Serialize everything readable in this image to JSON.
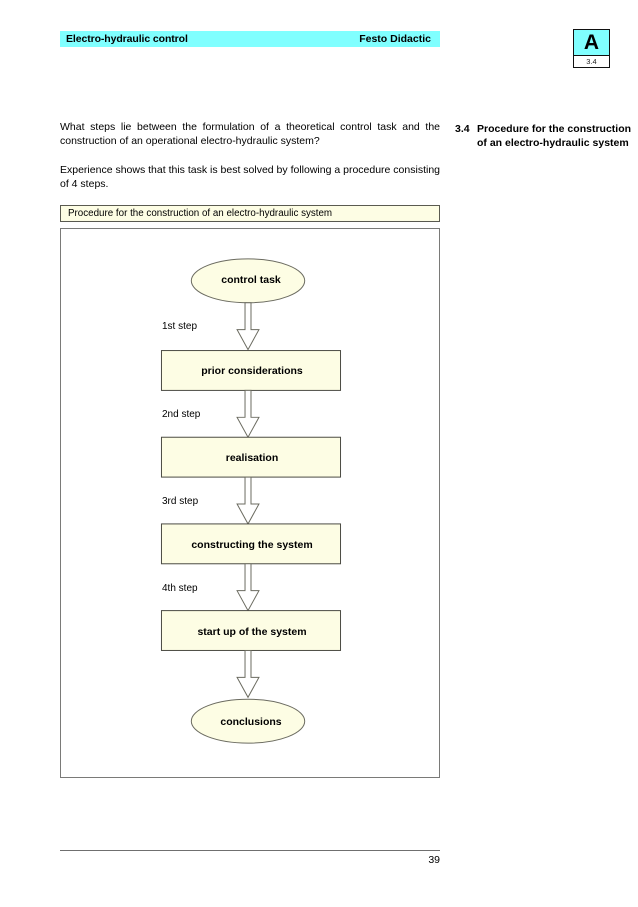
{
  "header": {
    "title": "Electro-hydraulic control",
    "brand": "Festo Didactic",
    "badge_letter": "A",
    "badge_number": "3.4",
    "bar_color": "#80ffff"
  },
  "body": {
    "paragraph1": "What steps lie between the formulation of a theoretical control task and the construction of an operational electro-hydraulic system?",
    "paragraph2": "Experience shows that this task is best solved by following a procedure consisting of 4 steps."
  },
  "margin_note": {
    "number": "3.4",
    "text": "Procedure  for the construction of an electro-hydraulic system"
  },
  "figure": {
    "caption": "Procedure for the construction of an electro-hydraulic system",
    "fill_color": "#fdfde4",
    "stroke_color": "#5a5a50",
    "nodes": [
      {
        "id": "control-task",
        "shape": "ellipse",
        "label": "control task"
      },
      {
        "id": "prior-considerations",
        "shape": "rect",
        "label": "prior considerations"
      },
      {
        "id": "realisation",
        "shape": "rect",
        "label": "realisation"
      },
      {
        "id": "constructing",
        "shape": "rect",
        "label": "constructing the system"
      },
      {
        "id": "start-up",
        "shape": "rect",
        "label": "start up of the system"
      },
      {
        "id": "conclusions",
        "shape": "ellipse",
        "label": "conclusions"
      }
    ],
    "steps": [
      {
        "id": "step-1",
        "label": "1st step"
      },
      {
        "id": "step-2",
        "label": "2nd step"
      },
      {
        "id": "step-3",
        "label": "3rd step"
      },
      {
        "id": "step-4",
        "label": "4th step"
      }
    ]
  },
  "footer": {
    "page_number": "39"
  }
}
